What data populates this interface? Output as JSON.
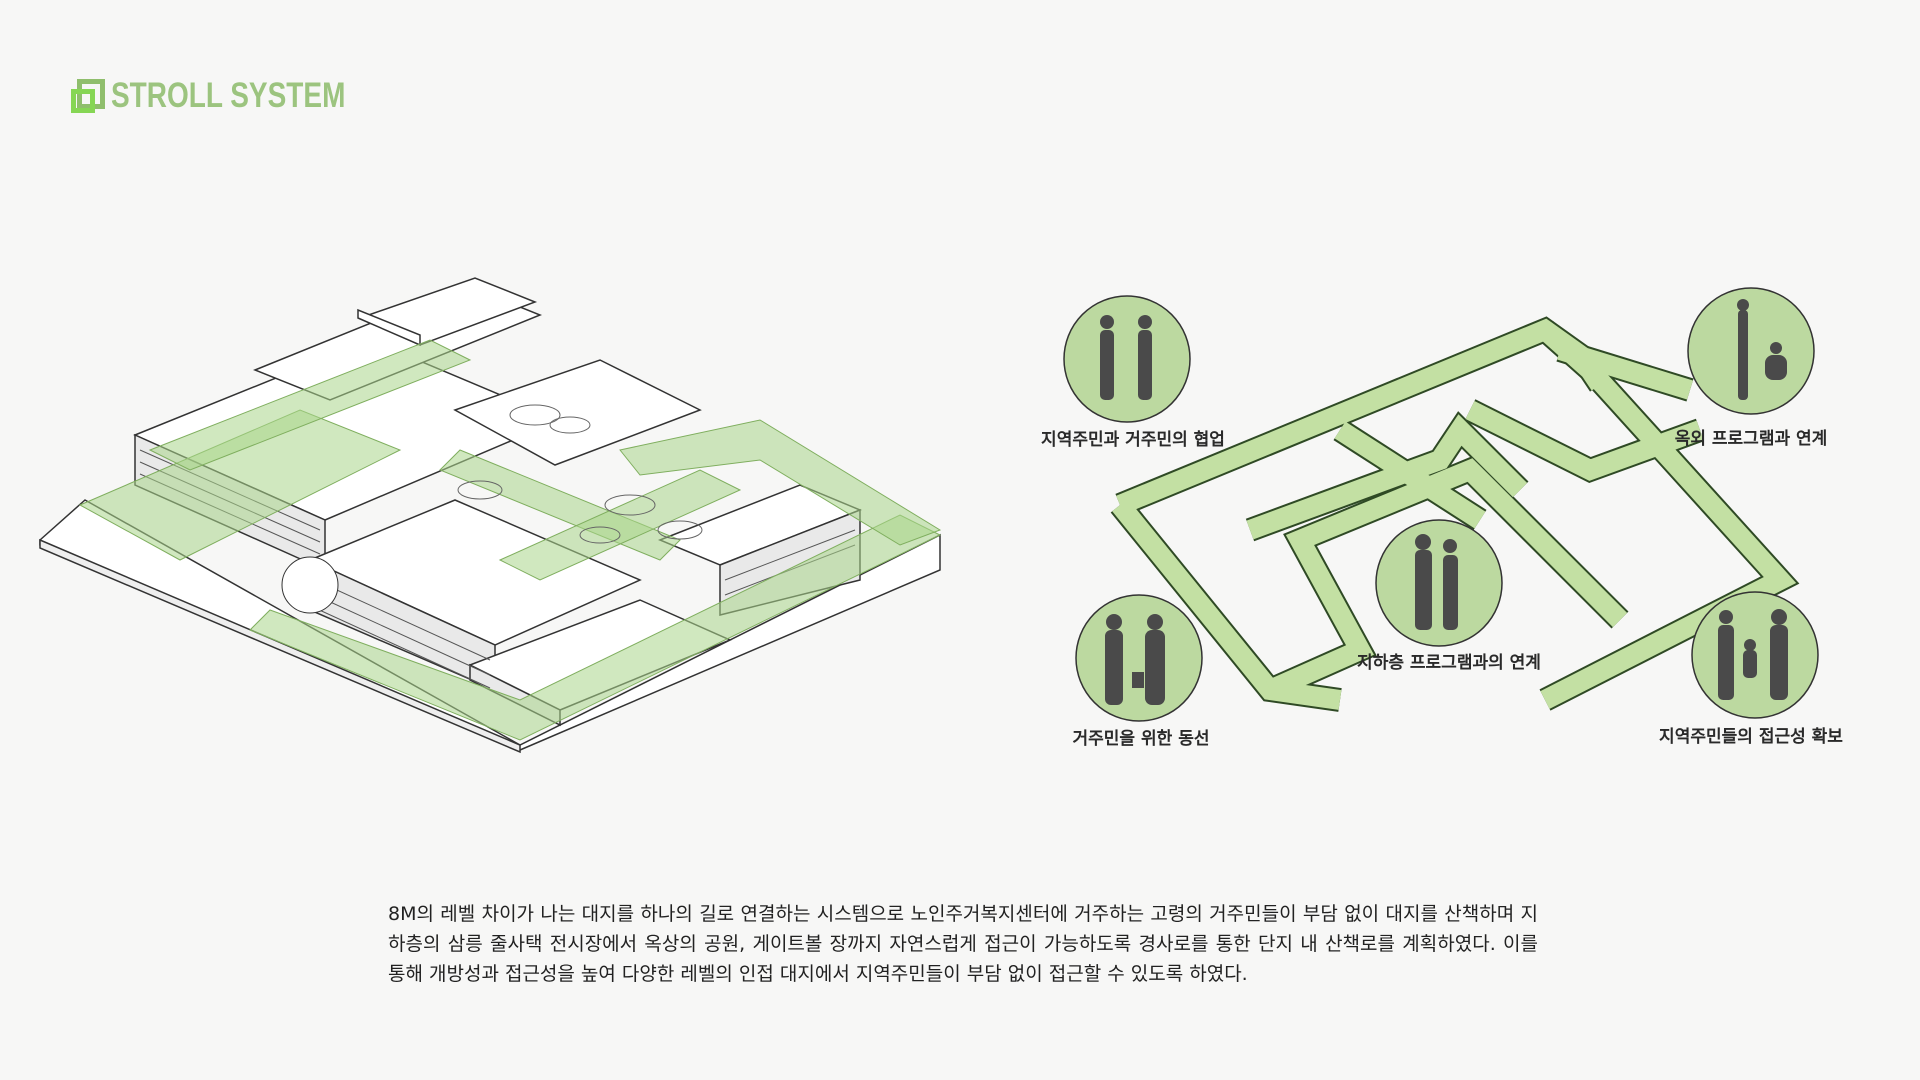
{
  "title": "STROLL SYSTEM",
  "colors": {
    "accent": "#9cc47f",
    "path_green": "#c5e0a5",
    "circle_fill": "#bcd9a0",
    "silhouette": "#4a4a4a"
  },
  "diagram": {
    "labels": [
      {
        "id": "collab",
        "text": "지역주민과 거주민의 협업"
      },
      {
        "id": "outdoor",
        "text": "옥외 프로그램과 연계"
      },
      {
        "id": "basement",
        "text": "지하층 프로그램과의 연계"
      },
      {
        "id": "residents",
        "text": "거주민을 위한 동선"
      },
      {
        "id": "access",
        "text": "지역주민들의 접근성 확보"
      }
    ]
  },
  "description": "8M의 레벨 차이가 나는 대지를 하나의 길로 연결하는 시스템으로 노인주거복지센터에 거주하는 고령의 거주민들이 부담 없이 대지를 산책하며 지하층의 삼릉 줄사택 전시장에서 옥상의 공원, 게이트볼 장까지 자연스럽게 접근이 가능하도록 경사로를 통한 단지 내 산책로를 계획하였다. 이를 통해 개방성과 접근성을 높여 다양한 레벨의 인접 대지에서 지역주민들이 부담 없이 접근할 수 있도록 하였다."
}
